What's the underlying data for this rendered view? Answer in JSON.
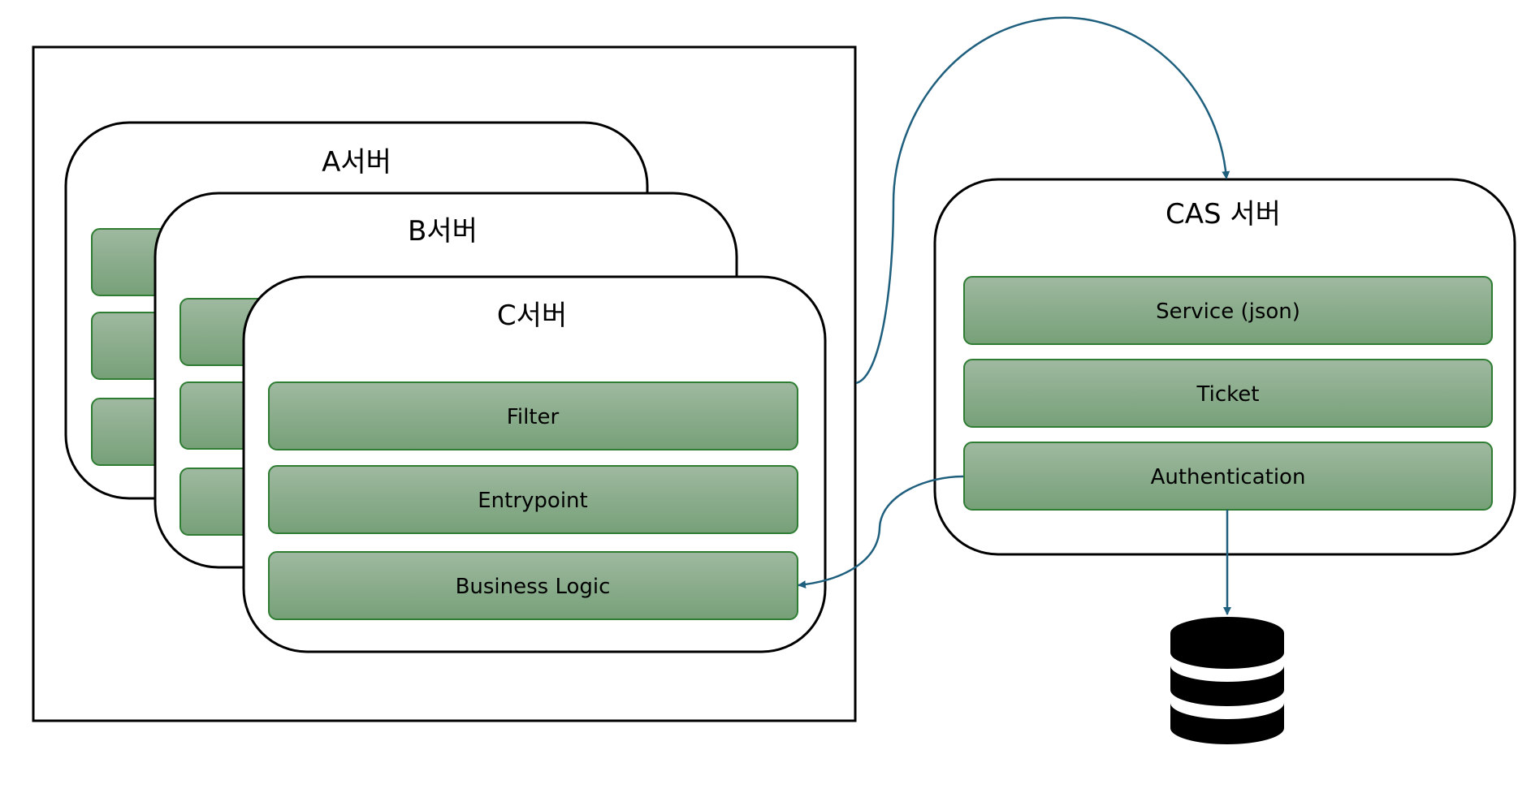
{
  "colors": {
    "border": "#000000",
    "layer_fill_top": "#9fb9a0",
    "layer_fill_bottom": "#7aa07c",
    "layer_border": "#2e7d32",
    "connector": "#1f5f7e",
    "database": "#000000"
  },
  "servers": {
    "a": {
      "title": "A서버"
    },
    "b": {
      "title": "B서버"
    },
    "c": {
      "title": "C서버",
      "layers": [
        "Filter",
        "Entrypoint",
        "Business Logic"
      ]
    },
    "cas": {
      "title": "CAS 서버",
      "layers": [
        "Service (json)",
        "Ticket",
        "Authentication"
      ]
    }
  },
  "icons": {
    "database": "database-icon",
    "arrow": "arrow-icon"
  }
}
